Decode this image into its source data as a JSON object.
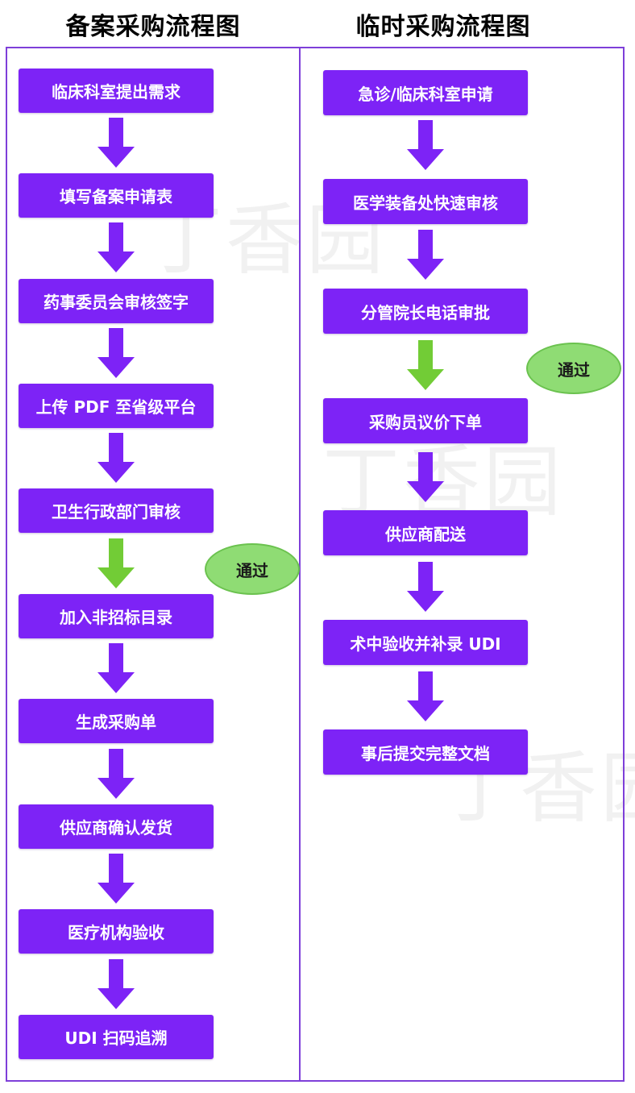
{
  "left": {
    "title": "备案采购流程图",
    "steps": [
      "临床科室提出需求",
      "填写备案申请表",
      "药事委员会审核签字",
      "上传 PDF 至省级平台",
      "卫生行政部门审核",
      "加入非招标目录",
      "生成采购单",
      "供应商确认发货",
      "医疗机构验收",
      "UDI 扫码追溯"
    ],
    "approval_label": "通过"
  },
  "right": {
    "title": "临时采购流程图",
    "steps": [
      "急诊/临床科室申请",
      "医学装备处快速审核",
      "分管院长电话审批",
      "采购员议价下单",
      "供应商配送",
      "术中验收并补录 UDI",
      "事后提交完整文档"
    ],
    "approval_label": "通过"
  },
  "watermark": "丁香园",
  "colors": {
    "box": "#7d23f6",
    "arrow": "#7d23f6",
    "approval_arrow": "#72cc36",
    "approval_ellipse": "#8fdc74",
    "frame": "#7e3fd9"
  }
}
